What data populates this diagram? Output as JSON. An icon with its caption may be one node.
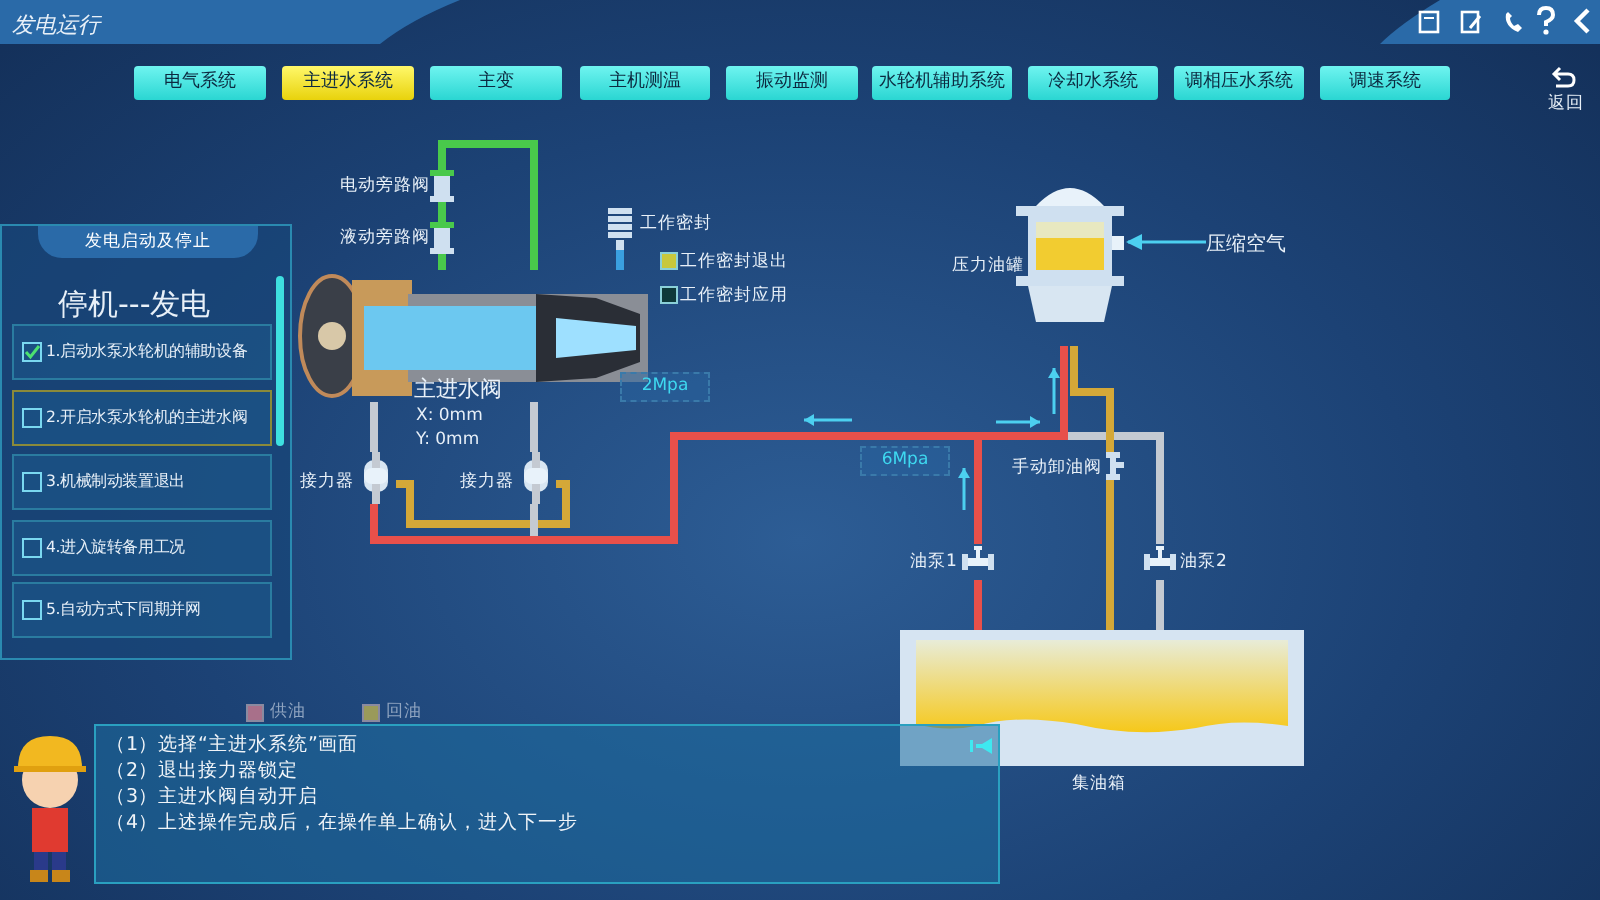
{
  "diagram": {
    "nodes": [
      {
        "text": [],
        "shape": "picture",
        "beside": [
          "主进水阀",
          "X: 0mm",
          "Y: 0mm"
        ]
      },
      {
        "text": [
          "电动旁路阀"
        ]
      },
      {
        "text": [
          "液动旁路阀"
        ]
      },
      {
        "text": [
          "工作密封"
        ]
      },
      {
        "text": [
          "接力器"
        ]
      },
      {
        "text": [
          "接力器"
        ]
      },
      {
        "text": [
          "压力油罐"
        ]
      },
      {
        "text": [
          "手动卸油阀"
        ]
      },
      {
        "text": [
          "油泵1"
        ]
      },
      {
        "text": [
          "油泵2"
        ]
      },
      {
        "text": [
          "集油箱"
        ]
      },
      {
        "text": [
          "压缩空气"
        ]
      }
    ],
    "edges": [
      {
        "from": 0,
        "to": 2,
        "arrow": "none",
        "color": "#49c94b"
      },
      {
        "from": 2,
        "to": 1,
        "arrow": "none",
        "color": "#49c94b"
      },
      {
        "from": 1,
        "to": 0,
        "arrow": "none",
        "color": "#49c94b"
      },
      {
        "from": 3,
        "to": 0,
        "arrow": "none",
        "color": "#3aa0e0"
      },
      {
        "from": 0,
        "to": 4,
        "arrow": "none"
      },
      {
        "from": 0,
        "to": 5,
        "arrow": "none"
      },
      {
        "from": 9,
        "to": 6,
        "arrow": "none"
      },
      {
        "from": 6,
        "to": 7,
        "arrow": "none",
        "color": "#d4a838"
      },
      {
        "from": 7,
        "to": 10,
        "arrow": "none",
        "color": "#d4a838"
      },
      {
        "from": 4,
        "to": 5,
        "arrow": "none",
        "color": "#d4a838"
      },
      {
        "from": 5,
        "to": null,
        "arrow": "none"
      },
      {
        "from": 6,
        "to": 4,
        "arrow": "none",
        "color": "#e8504a"
      },
      {
        "from": 8,
        "to": 6,
        "arrow": "none",
        "color": "#e8504a"
      },
      {
        "from": 10,
        "to": 8,
        "arrow": "none",
        "color": "#e8504a"
      },
      {
        "from": 10,
        "to": 9,
        "arrow": "none"
      },
      {
        "from": 11,
        "to": 6,
        "arrow": "to",
        "color": "#4cd0f0"
      }
    ],
    "labels": [
      "发电运行",
      "电气系统",
      "主进水系统",
      "主变",
      "主机测温",
      "振动监测",
      "水轮机辅助系统",
      "冷却水系统",
      "调相压水系统",
      "调速系统",
      "返回",
      "发电启动及停止",
      "停机---发电",
      "1.启动水泵水轮机的辅助设备",
      "2.开启水泵水轮机的主进水阀",
      "3.机械制动装置退出",
      "4.进入旋转备用工况",
      "5.自动方式下同期并网",
      "2Mpa",
      "6Mpa",
      "（1）选择“主进水系统”画面",
      "（2）退出接力器锁定",
      "（3）主进水阀自动开启",
      "（4）上述操作完成后，在操作单上确认，进入下一步"
    ],
    "legend": [
      {
        "text": "工作密封退出",
        "color": "#c8c83c"
      },
      {
        "text": "工作密封应用",
        "color": "#0e3a3a"
      },
      {
        "text": "供油",
        "color": "#a8708a"
      },
      {
        "text": "回油",
        "color": "#9a9a5a"
      }
    ]
  }
}
